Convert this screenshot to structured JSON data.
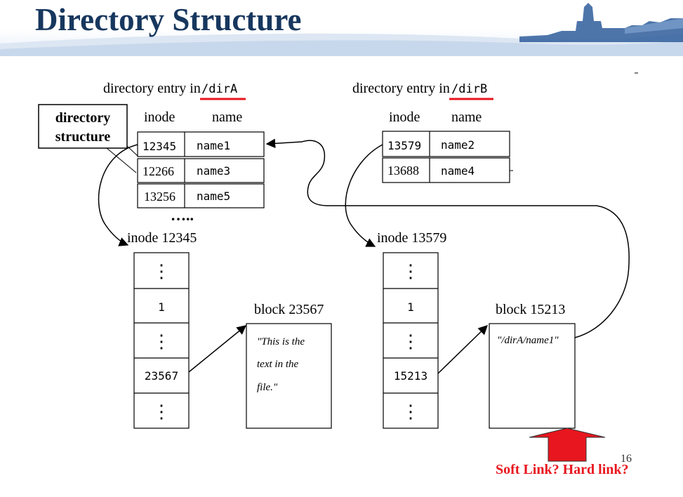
{
  "slide": {
    "title": "Directory Structure",
    "page_number": "16",
    "question": "Soft Link? Hard link?"
  },
  "callout": {
    "line1": "directory",
    "line2": "structure"
  },
  "dirA": {
    "heading": "directory entry in",
    "path": "/dirA",
    "col_inode": "inode",
    "col_name": "name",
    "rows": [
      {
        "inode": "12345",
        "name": "name1"
      },
      {
        "inode": "12266",
        "name": "name3"
      },
      {
        "inode": "13256",
        "name": "name5"
      }
    ],
    "more": "….."
  },
  "dirB": {
    "heading": "directory entry in",
    "path": "/dirB",
    "col_inode": "inode",
    "col_name": "name",
    "rows": [
      {
        "inode": "13579",
        "name": "name2"
      },
      {
        "inode": "13688",
        "name": "name4"
      }
    ]
  },
  "inodeA": {
    "label": "inode 12345",
    "link_count": "1",
    "block_ptr": "23567",
    "dots": "⋮"
  },
  "inodeB": {
    "label": "inode 13579",
    "link_count": "1",
    "block_ptr": "15213",
    "dots": "⋮"
  },
  "blockA": {
    "label": "block 23567",
    "line1": "\"This is the",
    "line2": "text in the",
    "line3": "file.\""
  },
  "blockB": {
    "label": "block 15213",
    "line1": "\"/dirA/name1\""
  },
  "colors": {
    "title": "#17375e",
    "underline": "#e8161e",
    "arrow_fill": "#e8161e",
    "question": "#e8161e"
  }
}
